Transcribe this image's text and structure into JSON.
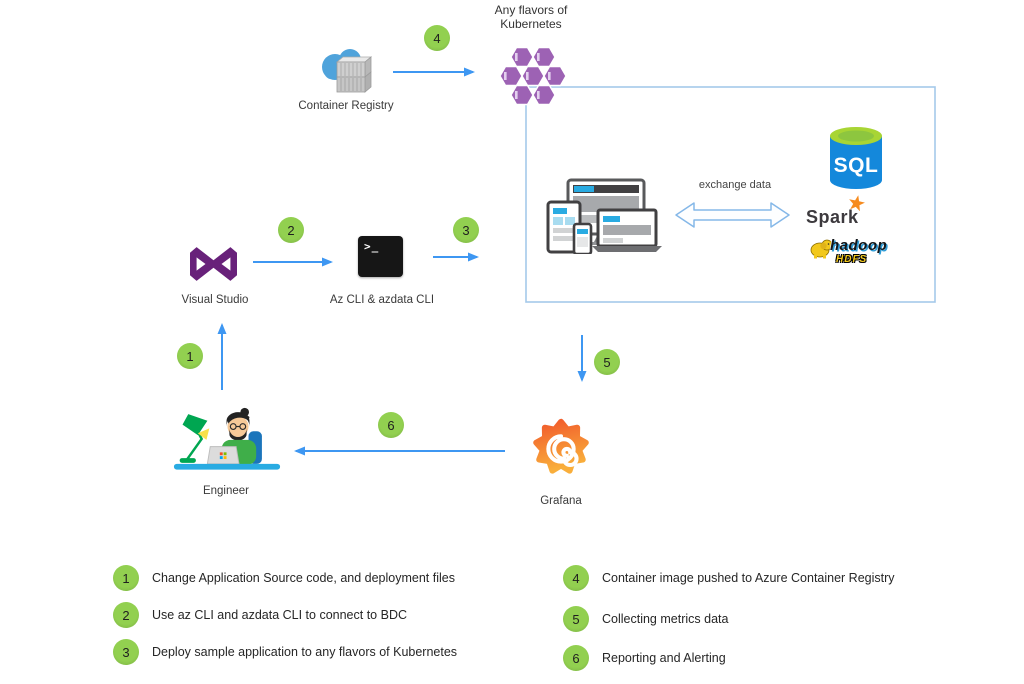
{
  "colors": {
    "arrow_blue": "#3E97F2",
    "box_border": "#A5C9EA",
    "step_green": "#92D050",
    "kubernetes_purple": "#9D62B4",
    "visual_studio_purple": "#68217A",
    "sql_blue": "#1488DB",
    "sql_green_top": "#A8D534",
    "grafana_orange_top": "#F1582B",
    "grafana_orange_bottom": "#F9AE3B"
  },
  "kubernetes": {
    "label_line1": "Any flavors of",
    "label_line2": "Kubernetes"
  },
  "container_registry": {
    "label": "Container Registry"
  },
  "visual_studio": {
    "label": "Visual Studio"
  },
  "cli": {
    "label": "Az CLI & azdata CLI",
    "prompt": ">_"
  },
  "engineer": {
    "label": "Engineer"
  },
  "grafana": {
    "label": "Grafana"
  },
  "cluster_box": {
    "exchange_label": "exchange data",
    "sql": "SQL",
    "spark": "Spark",
    "hadoop": "hadoop",
    "hdfs": "HDFS"
  },
  "steps": {
    "s1": "1",
    "s2": "2",
    "s3": "3",
    "s4": "4",
    "s5": "5",
    "s6": "6"
  },
  "legend": [
    {
      "num": "1",
      "text": "Change Application Source code,  and deployment files"
    },
    {
      "num": "2",
      "text": "Use az CLI and azdata CLI to connect to BDC"
    },
    {
      "num": "3",
      "text": "Deploy sample application to any flavors of Kubernetes"
    },
    {
      "num": "4",
      "text": "Container image pushed to Azure Container Registry"
    },
    {
      "num": "5",
      "text": "Collecting metrics data"
    },
    {
      "num": "6",
      "text": "Reporting and Alerting"
    }
  ]
}
